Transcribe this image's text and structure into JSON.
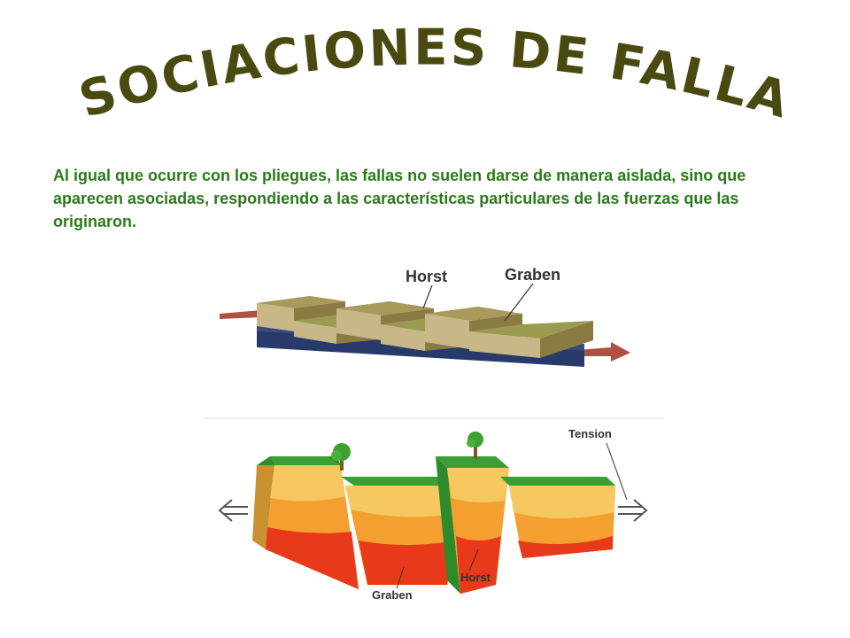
{
  "title": "ASOCIACIONES DE FALLAS",
  "body_text": "Al igual que ocurre con los pliegues, las fallas no suelen darse de manera aislada, sino que aparecen asociadas, respondiendo a las características particulares de las fuerzas que las originaron.",
  "figure_top": {
    "label_horst": "Horst",
    "label_graben": "Graben"
  },
  "figure_bottom": {
    "label_tension": "Tension",
    "label_graben": "Graben",
    "label_horst": "Horst"
  },
  "colors": {
    "title": "#4a4a10",
    "body_text": "#2a7a1a",
    "arrow": "#b05040",
    "grass": "#3aa035",
    "layer_yellow": "#f5c860",
    "layer_orange": "#f4a030",
    "layer_red": "#e83a1a",
    "rock_blue": "#283a6a"
  }
}
